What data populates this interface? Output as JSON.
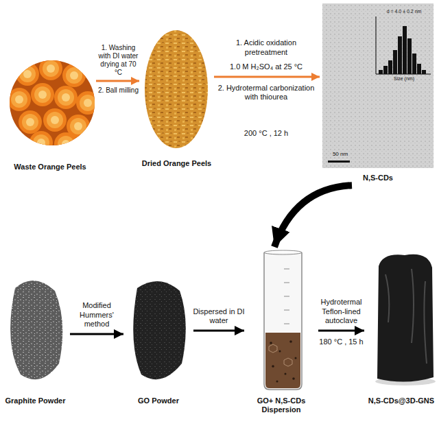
{
  "diagram": {
    "nodes": [
      {
        "text": [
          "Waste Orange Peels"
        ]
      },
      {
        "text": [
          "Dried Orange Peels"
        ]
      },
      {
        "text": [
          "N,S-CDs"
        ]
      },
      {
        "text": [
          "Graphite Powder"
        ]
      },
      {
        "text": [
          "GO Powder"
        ]
      },
      {
        "text": [
          "GO+ N,S-CDs Dispersion"
        ]
      },
      {
        "text": [
          "N,S-CDs@3D-GNS"
        ]
      }
    ],
    "edges": [
      {
        "from": 0,
        "to": 1,
        "arrow": "to",
        "label": "1. Washing with DI water drying at 70 °C"
      },
      {
        "from": 1,
        "to": 2,
        "arrow": "to",
        "label": "1. Acidic oxidation pretreatment"
      },
      {
        "from": 2,
        "to": 5,
        "arrow": "to"
      },
      {
        "from": 3,
        "to": 4,
        "arrow": "to",
        "label": "Modified Hummers' method"
      },
      {
        "from": 4,
        "to": 5,
        "arrow": "to",
        "label": "Dispersed in DI water"
      },
      {
        "from": 5,
        "to": 6,
        "arrow": "to",
        "label": "Hydrotermal Teflon-lined autoclave"
      }
    ],
    "labels": [
      "2. Ball milling",
      "1.0 M H₂SO₄ at 25 °C",
      "2. Hydrotermal carbonization with thiourea",
      "200 °C , 12 h",
      "d = 4.0 ± 0.2 nm",
      "Size (nm)",
      "50 nm",
      "180 °C , 15 h"
    ]
  }
}
